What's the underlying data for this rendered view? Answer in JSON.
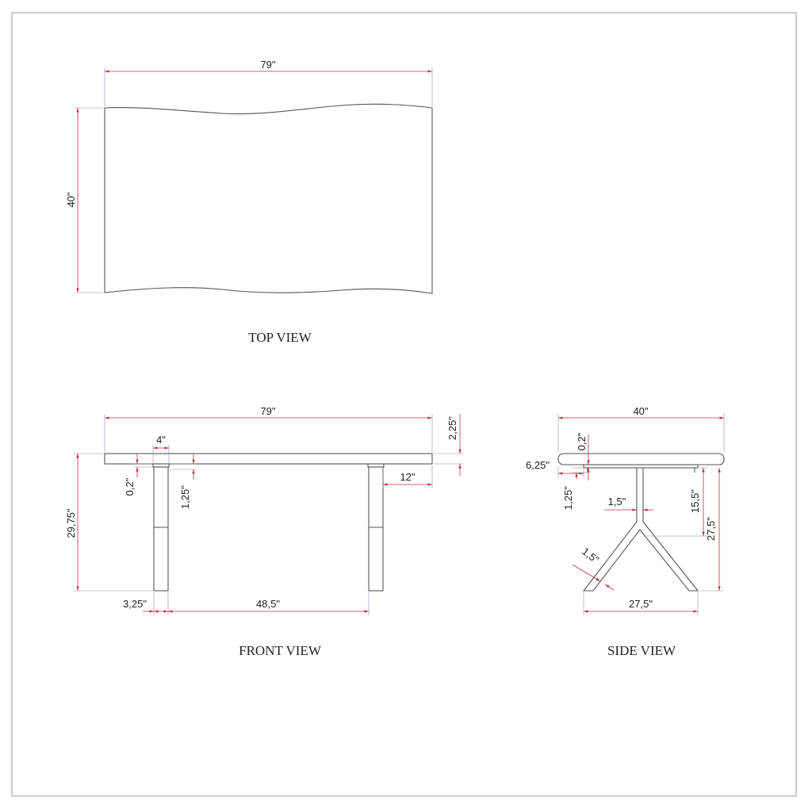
{
  "colors": {
    "object_line": "#555555",
    "dimension_line": "#c03040",
    "extension_line": "#8a8fb0",
    "text": "#222222",
    "frame": "#9a9a9a"
  },
  "views": {
    "top": {
      "caption": "TOP VIEW",
      "dims": {
        "length": "79\"",
        "width": "40\""
      }
    },
    "front": {
      "caption": "FRONT VIEW",
      "dims": {
        "length": "79\"",
        "top_thickness": "2,25\"",
        "plate_width": "4\"",
        "plate_thickness": "0,2\"",
        "leg_block": "1,25\"",
        "overhang": "12\"",
        "height": "29,75\"",
        "leg_width": "3,25\"",
        "leg_spacing": "48,5\""
      }
    },
    "side": {
      "caption": "SIDE VIEW",
      "dims": {
        "width": "40\"",
        "plate_thickness": "0,2\"",
        "inset": "6,25\"",
        "block": "1,25\"",
        "post_width": "1,5\"",
        "leg_width": "1,5\"",
        "upper_height": "15,5\"",
        "height": "27,5\"",
        "foot_span": "27,5\""
      }
    }
  }
}
